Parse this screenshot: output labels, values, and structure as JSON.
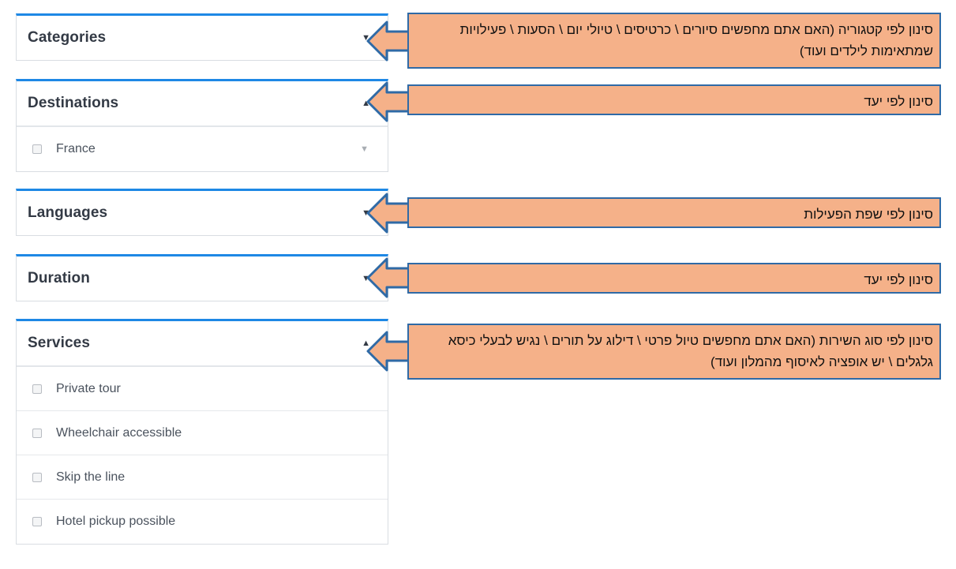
{
  "filters": {
    "categories": {
      "title": "Categories",
      "caret": "▼"
    },
    "destinations": {
      "title": "Destinations",
      "caret": "▲",
      "options": [
        {
          "label": "France",
          "caret": "▼"
        }
      ]
    },
    "languages": {
      "title": "Languages",
      "caret": "▼"
    },
    "duration": {
      "title": "Duration",
      "caret": "▼"
    },
    "services": {
      "title": "Services",
      "caret": "▲",
      "options": [
        {
          "label": "Private tour"
        },
        {
          "label": "Wheelchair accessible"
        },
        {
          "label": "Skip the line"
        },
        {
          "label": "Hotel pickup possible"
        }
      ]
    }
  },
  "annotations": {
    "categories": "סינון לפי קטגוריה (האם אתם מחפשים סיורים \\ כרטיסים \\ טיולי יום \\ הסעות \\ פעילויות שמתאימות לילדים ועוד)",
    "destinations": "סינון לפי יעד",
    "languages": "סינון לפי שפת הפעילות",
    "duration": "סינון לפי יעד",
    "services": "סינון לפי סוג השירות (האם אתם מחפשים טיול פרטי \\ דילוג על תורים \\ נגיש לבעלי כיסא גלגלים \\ יש אופציה לאיסוף מהמלון ועוד)"
  },
  "colors": {
    "accent_border": "#1e88e5",
    "note_fill": "#f5b189",
    "note_border": "#2f6aa6"
  }
}
